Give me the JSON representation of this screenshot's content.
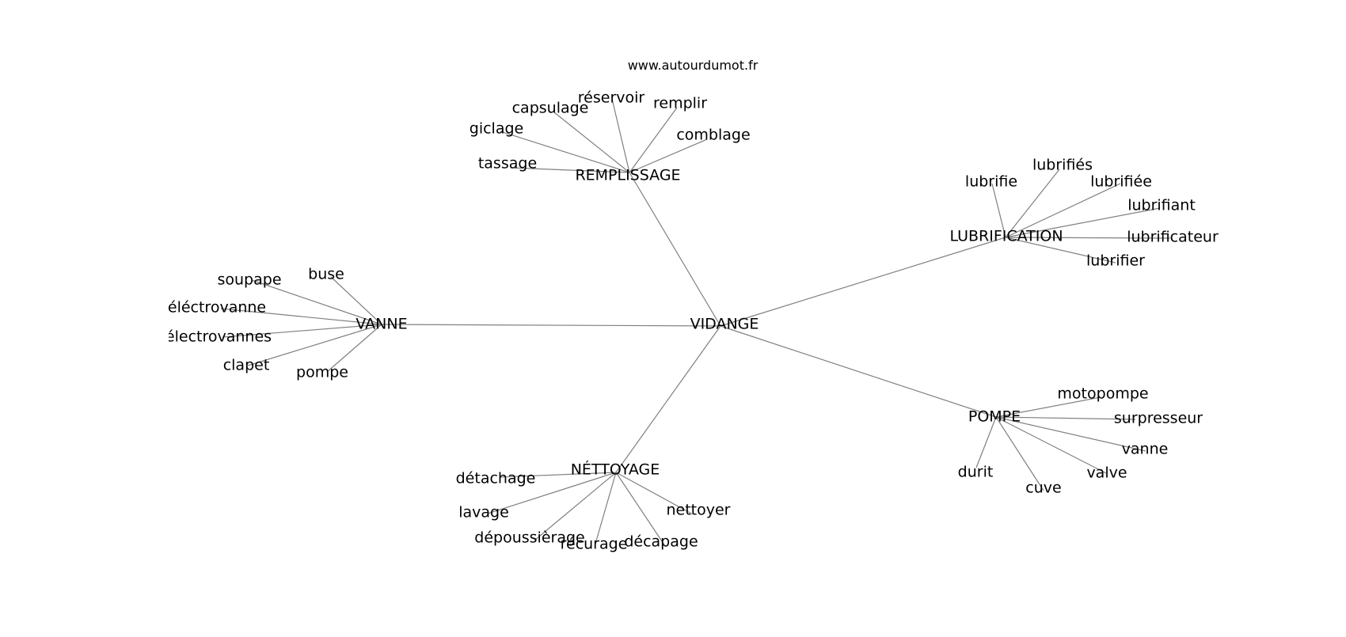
{
  "source": "www.autourdumot.fr",
  "edge_color": "#808080",
  "root": "VIDANGE",
  "groups": [
    {
      "hub": "REMPLISSAGE",
      "leaves": [
        "capsulage",
        "réservoir",
        "remplir",
        "giclage",
        "comblage",
        "tassage"
      ]
    },
    {
      "hub": "LUBRIFICATION",
      "leaves": [
        "lubrifiés",
        "lubrifie",
        "lubrifiée",
        "lubrifiant",
        "lubrificateur",
        "lubrifier"
      ]
    },
    {
      "hub": "VANNE",
      "leaves": [
        "soupape",
        "buse",
        "éléctrovanne",
        "électrovannes",
        "clapet",
        "pompe"
      ]
    },
    {
      "hub": "POMPE",
      "leaves": [
        "motopompe",
        "surpresseur",
        "vanne",
        "valve",
        "durit",
        "cuve"
      ]
    },
    {
      "hub": "NÉTTOYAGE",
      "leaves": [
        "détachage",
        "lavage",
        "nettoyer",
        "dépoussièrage",
        "récurage",
        "décapage"
      ]
    }
  ]
}
